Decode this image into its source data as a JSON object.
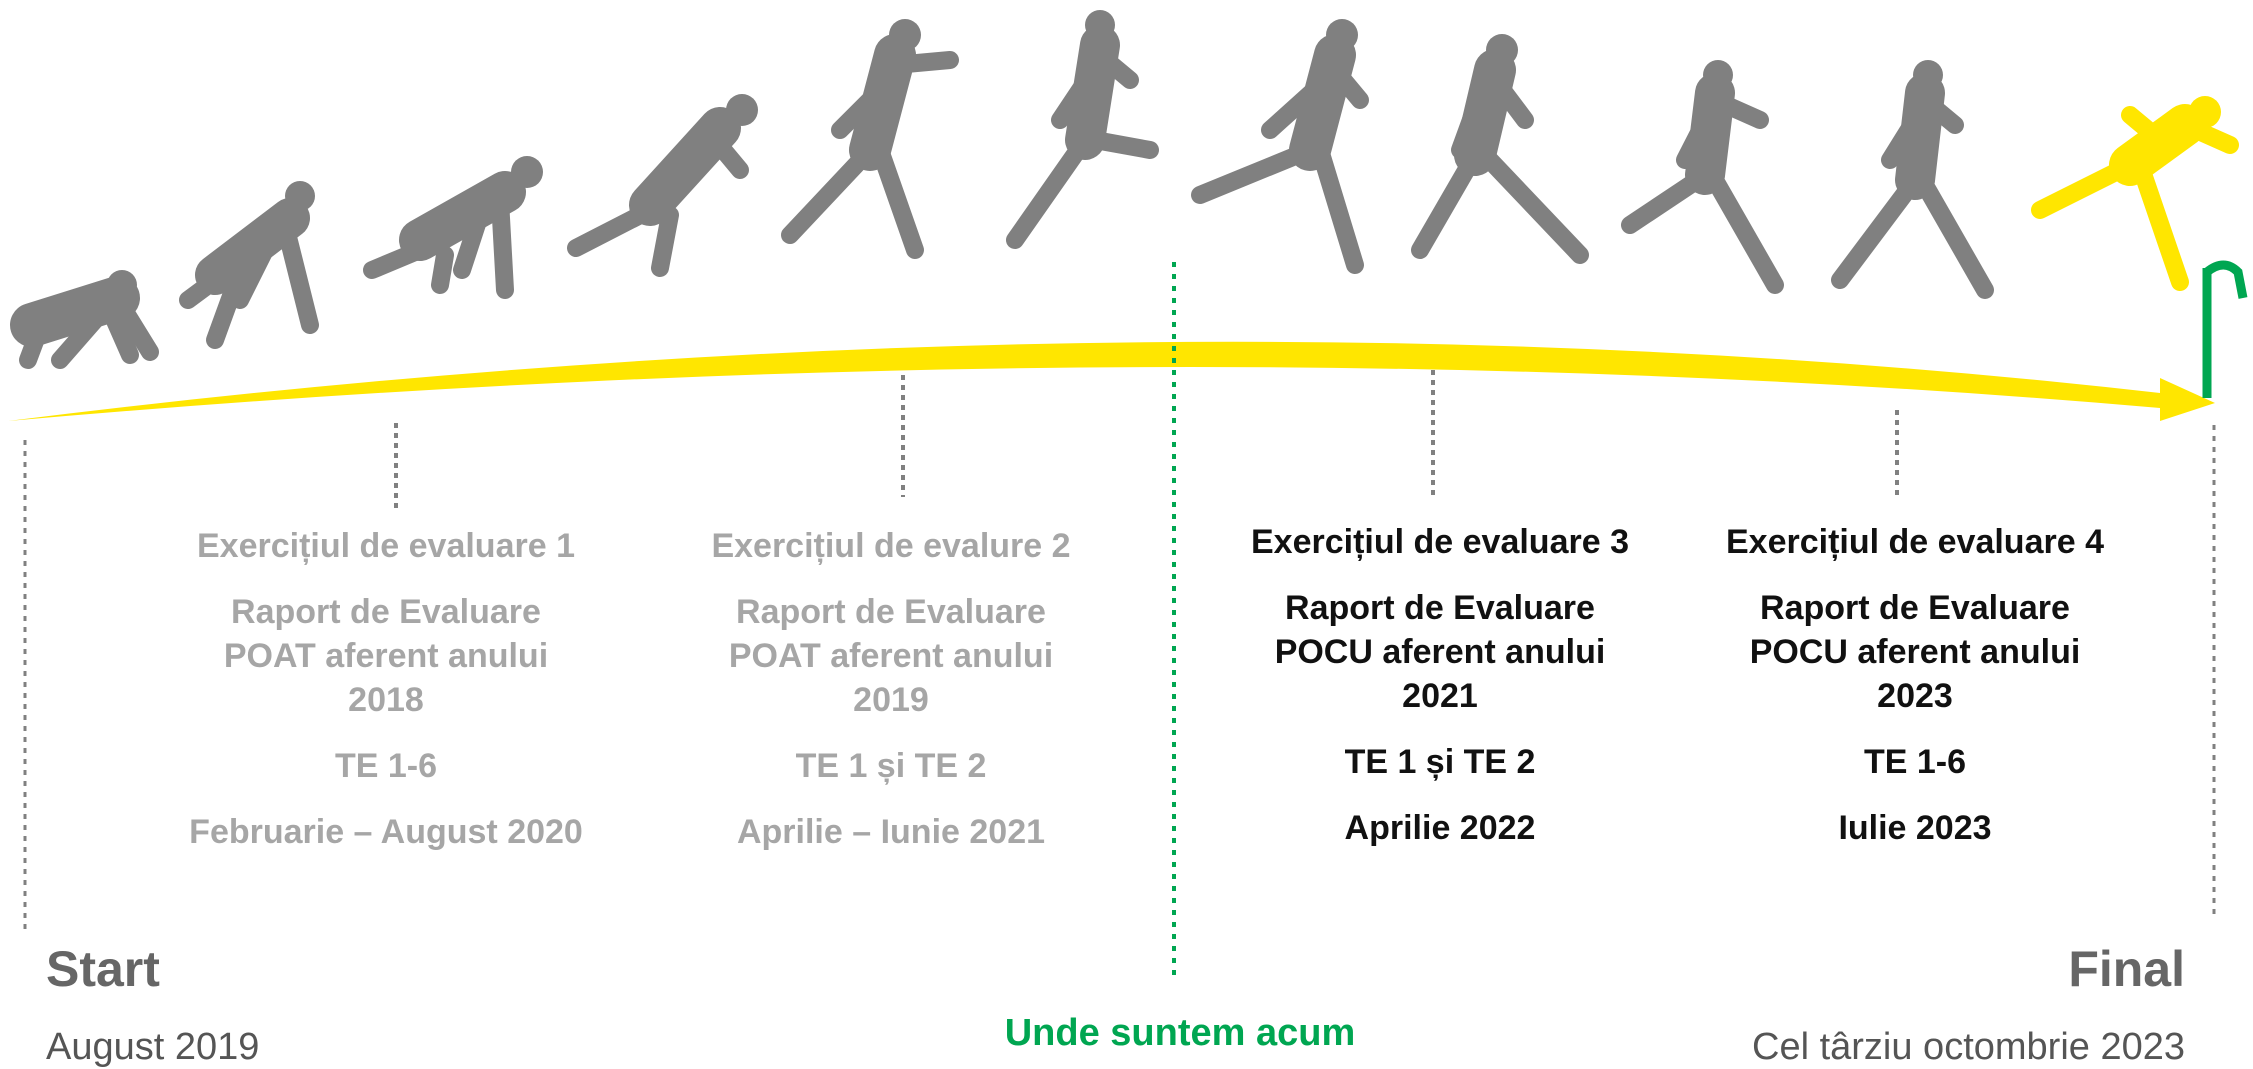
{
  "colors": {
    "runner": "#808080",
    "runner_final": "#ffe600",
    "arrow": "#ffe600",
    "current_marker": "#00a651",
    "past_text": "#a6a6a6",
    "current_text": "#111111"
  },
  "start": {
    "label": "Start",
    "date": "August 2019"
  },
  "final": {
    "label": "Final",
    "date": "Cel târziu octombrie 2023"
  },
  "current_marker": {
    "label": "Unde suntem acum"
  },
  "milestones": [
    {
      "title": "Exercițiul de evaluare 1",
      "report": [
        "Raport de Evaluare",
        "POAT aferent anului",
        "2018"
      ],
      "scope": "TE 1-6",
      "period": "Februarie – August 2020",
      "status": "past"
    },
    {
      "title": "Exercițiul de evalure 2",
      "report": [
        "Raport de Evaluare",
        "POAT aferent anului",
        "2019"
      ],
      "scope": "TE 1 și TE 2",
      "period": "Aprilie – Iunie 2021",
      "status": "past"
    },
    {
      "title": "Exercițiul de evaluare 3",
      "report": [
        "Raport de Evaluare",
        "POCU aferent anului",
        "2021"
      ],
      "scope": "TE 1 și TE 2",
      "period": "Aprilie 2022",
      "status": "upcoming"
    },
    {
      "title": "Exercițiul de evaluare 4",
      "report": [
        "Raport de Evaluare",
        "POCU aferent anului",
        "2023"
      ],
      "scope": "TE 1-6",
      "period": "Iulie 2023",
      "status": "upcoming"
    }
  ],
  "runner_icons": [
    "crouching-runner-icon",
    "set-position-runner-icon",
    "set-position-runner-icon",
    "rising-runner-icon",
    "sprinting-runner-icon",
    "sprinting-runner-icon",
    "sprinting-runner-icon",
    "sprinting-runner-icon",
    "sprinting-runner-icon",
    "sprinting-runner-icon",
    "finishing-runner-icon"
  ]
}
